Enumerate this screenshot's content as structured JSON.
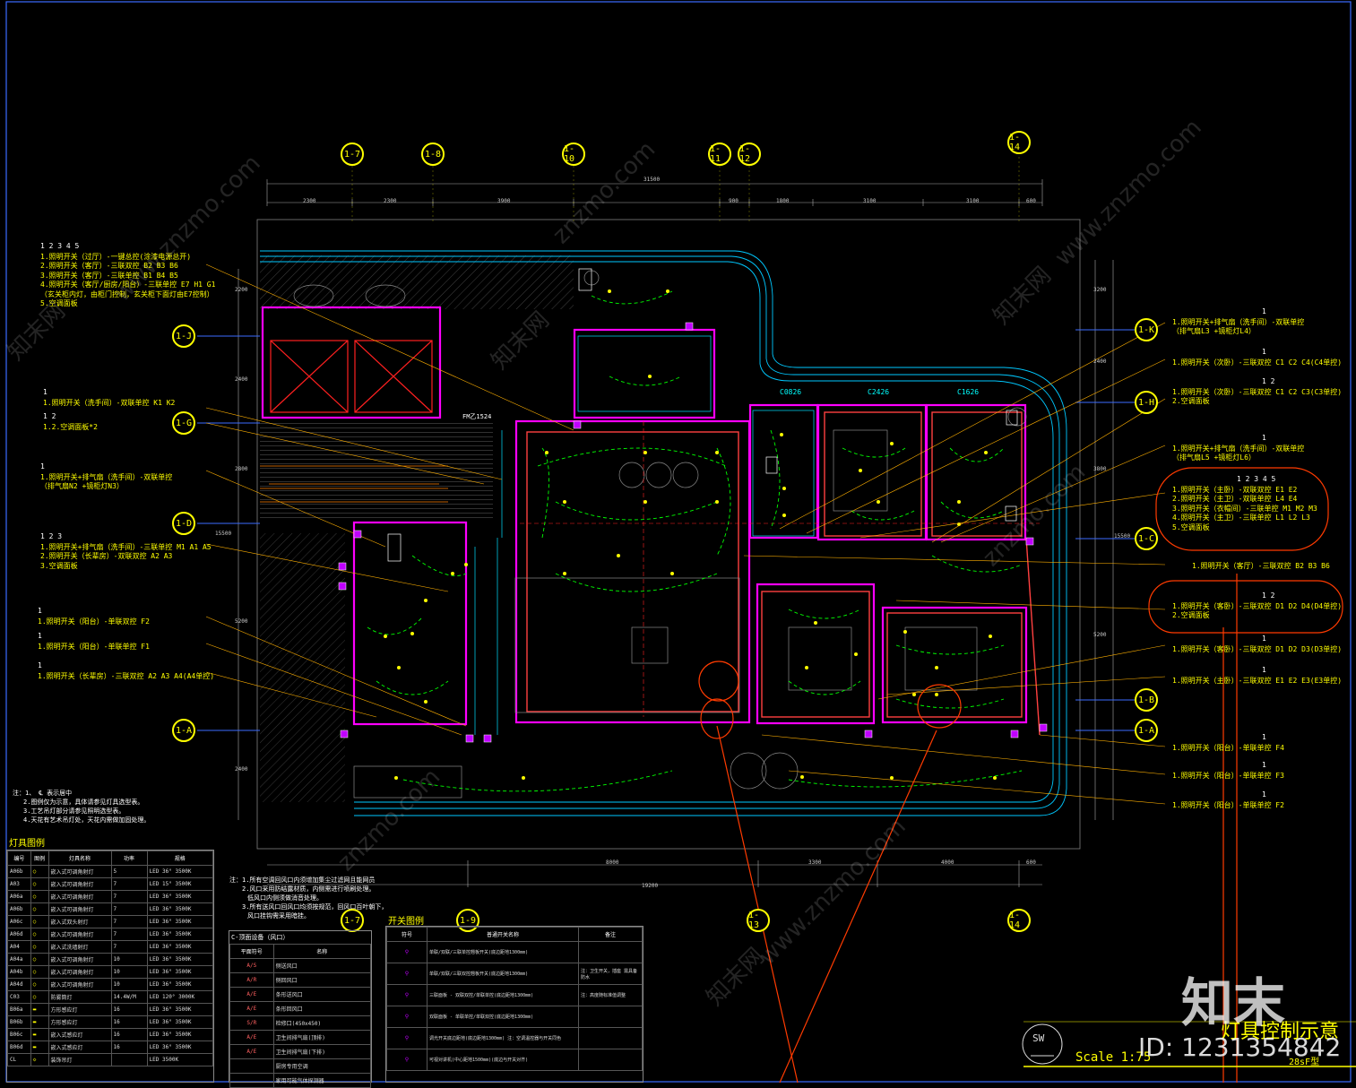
{
  "grid_labels": {
    "top": [
      "1-7",
      "1-8",
      "1-10",
      "1-11",
      "1-12",
      "1-14"
    ],
    "bottom": [
      "1-7",
      "1-9",
      "1-13",
      "1-14"
    ],
    "left": [
      "1-J",
      "1-G",
      "1-D",
      "1-A"
    ],
    "right": [
      "1-K",
      "1-H",
      "1-C",
      "1-B",
      "1-A"
    ]
  },
  "dimensions": {
    "top_total": "31500",
    "top_segments": [
      "2300",
      "2300",
      "3900",
      "900",
      "1800",
      "3100",
      "3100",
      "600"
    ],
    "bottom_total": "19200",
    "bottom_segments": [
      "8000",
      "3300",
      "4000",
      "600"
    ],
    "left": [
      "2200",
      "2400",
      "2800",
      "15500",
      "5200",
      "2400"
    ],
    "right": [
      "3200",
      "2400",
      "3800",
      "15500",
      "5200"
    ]
  },
  "rooms": {
    "windows": [
      "C0826",
      "C2426",
      "C1626"
    ],
    "door": "FM乙1524"
  },
  "notes_left": [
    {
      "switches": "1 2 3 4 5",
      "lines": [
        "1.照明开关（过厅）-一键总控(涂漆电源总开)",
        "2.照明开关（客厅）-三联双控 B2 B3 B6",
        "3.照明开关（客厅）-三联单控 B1 B4 B5",
        "4.照明开关（客厅/厨房/阳台）-三联单控 E7 H1 G1",
        "（玄关柜内灯，由柜门控制，玄关柜下面灯由E7控制）",
        "5.空调面板"
      ]
    },
    {
      "switches": "1",
      "lines": [
        "1.照明开关（洗手间）-双联单控 K1 K2"
      ]
    },
    {
      "switches": "1 2",
      "lines": [
        "1.2.空调面板*2"
      ]
    },
    {
      "switches": "1",
      "lines": [
        "1.照明开关+排气扇（洗手间）-双联单控",
        "（排气扇N2 +镜柜灯N3）"
      ]
    },
    {
      "switches": "1 2 3",
      "lines": [
        "1.照明开关+排气扇（洗手间）-三联单控 M1 A1 A5",
        "2.照明开关（长辈房）-双联双控 A2 A3",
        "3.空调面板"
      ]
    },
    {
      "switches": "1",
      "lines": [
        "1.照明开关（阳台）-单联双控 F2"
      ]
    },
    {
      "switches": "1",
      "lines": [
        "1.照明开关（阳台）-单联单控 F1"
      ]
    },
    {
      "switches": "1",
      "lines": [
        "1.照明开关（长辈房）-三联双控 A2 A3 A4(A4单控)"
      ]
    }
  ],
  "notes_right": [
    {
      "switches": "1",
      "lines": [
        "1.照明开关+排气扇（洗手间）-双联单控",
        "（排气扇L3 +镜柜灯L4）"
      ]
    },
    {
      "switches": "1",
      "lines": [
        "1.照明开关（次卧）-三联双控 C1 C2 C4(C4单控)"
      ]
    },
    {
      "switches": "1 2",
      "lines": [
        "1.照明开关（次卧）-三联双控 C1 C2 C3(C3单控)",
        "2.空调面板"
      ]
    },
    {
      "switches": "1",
      "lines": [
        "1.照明开关+排气扇（洗手间）-双联单控",
        "（排气扇L5 +镜柜灯L6）"
      ]
    },
    {
      "switches": "1 2 3 4 5",
      "lines": [
        "1.照明开关（主卧）-双联双控 E1 E2",
        "2.照明开关（主卫）-双联单控 L4 E4",
        "3.照明开关（衣帽间）-三联单控 M1 M2 M3",
        "4.照明开关（主卫）-三联单控 L1 L2 L3",
        "5.空调面板"
      ]
    },
    {
      "switches": "",
      "lines": [
        "1.照明开关（客厅）-三联双控 B2 B3 B6"
      ]
    },
    {
      "switches": "1 2",
      "lines": [
        "1.照明开关（客卧）-三联双控 D1 D2 D4(D4单控)",
        "2.空调面板"
      ]
    },
    {
      "switches": "1",
      "lines": [
        "1.照明开关（客卧）-三联双控 D1 D2 D3(D3单控)"
      ]
    },
    {
      "switches": "1",
      "lines": [
        "1.照明开关（主卧）-三联双控 E1 E2 E3(E3单控)"
      ]
    },
    {
      "switches": "1",
      "lines": [
        "1.照明开关（阳台）-单联单控 F4"
      ]
    },
    {
      "switches": "1",
      "lines": [
        "1.照明开关（阳台）-单联单控 F3"
      ]
    },
    {
      "switches": "1",
      "lines": [
        "1.照明开关（阳台）-单联单控 F2"
      ]
    }
  ],
  "general_notes": [
    "注：1、 ℄ 表示居中",
    "2.图例仅为示意，具体请参见灯具选型表。",
    "3.工艺吊灯部分请参见照明选型表。",
    "4.天花有艺术吊灯处，天花内需做加固处理。"
  ],
  "ac_notes": [
    "注：1.所有空调回风口内须增加集尘过滤网且能网员",
    "2.风口采用防结露材质，内侧需进行喷刷处理。",
    "低风口内侧须做消音处理。",
    "3.所有送风口回风口均须按规范，回风口百叶朝下，",
    "风口挂钩需采用暗挂。"
  ],
  "lamp_legend": {
    "title": "灯具图例",
    "headers": [
      "编号",
      "图例",
      "灯具名称",
      "功率",
      "规格"
    ],
    "rows": [
      [
        "A06b",
        "○",
        "嵌入式可调角射灯",
        "5",
        "LED 36° 3500K"
      ],
      [
        "A03",
        "○",
        "嵌入式可调角射灯",
        "7",
        "LED 15° 3500K"
      ],
      [
        "A06a",
        "○",
        "嵌入式可调角射灯",
        "7",
        "LED 36° 3500K"
      ],
      [
        "A06b",
        "○",
        "嵌入式可调角射灯",
        "7",
        "LED 36° 3500K"
      ],
      [
        "A06c",
        "○",
        "嵌入式双头射灯",
        "7",
        "LED 36° 3500K"
      ],
      [
        "A06d",
        "○",
        "嵌入式可调角射灯",
        "7",
        "LED 36° 3500K"
      ],
      [
        "A04",
        "○",
        "嵌入式洗墙射灯",
        "7",
        "LED 36° 3500K"
      ],
      [
        "A04a",
        "○",
        "嵌入式可调角射灯",
        "10",
        "LED 36° 3500K"
      ],
      [
        "A04b",
        "○",
        "嵌入式可调角射灯",
        "10",
        "LED 36° 3500K"
      ],
      [
        "A04d",
        "○",
        "嵌入式可调角射灯",
        "10",
        "LED 36° 3500K"
      ],
      [
        "C03",
        "○",
        "防雾筒灯",
        "14.4W/M",
        "LED 120° 3000K"
      ],
      [
        "B06a",
        "▬",
        "方形感应灯",
        "16",
        "LED 36° 3500K"
      ],
      [
        "B06b",
        "▬",
        "方形感应灯",
        "16",
        "LED 36° 3500K"
      ],
      [
        "B06c",
        "▬",
        "嵌入式感应灯",
        "16",
        "LED 36° 3500K"
      ],
      [
        "B06d",
        "▬",
        "嵌入式感应灯",
        "16",
        "LED 36° 3500K"
      ],
      [
        "CL",
        "◇",
        "装饰吊灯",
        "",
        "LED 3500K"
      ]
    ]
  },
  "vent_legend": {
    "title": "C-顶面设备（风口）",
    "headers": [
      "平面符号",
      "名称"
    ],
    "rows": [
      [
        "A/S",
        "侧送风口"
      ],
      [
        "A/R",
        "侧回风口"
      ],
      [
        "A/E",
        "条形送风口"
      ],
      [
        "A/E",
        "条形回风口"
      ],
      [
        "S/R",
        "检修口(450x450)"
      ],
      [
        "A/E",
        "卫生间排气扇(顶排)"
      ],
      [
        "A/E",
        "卫生间排气扇(下排)"
      ],
      [
        "",
        "厨房专用空调"
      ],
      [
        "",
        "家用可能气体探测器"
      ]
    ]
  },
  "switch_legend": {
    "title": "开关图例",
    "headers": [
      "符号",
      "普通开关名称",
      "备注"
    ],
    "rows": [
      [
        "单联/双联/三联单控翘板开关(底边距地1300mm)",
        ""
      ],
      [
        "单联/双联/三联双控翘板开关(底边距地1300mm)",
        "注：卫生开关，插座 需具备防水"
      ],
      [
        "三联面板 - 双联双控/单联单控(底边距地1300mm)",
        "注：高度随标准值调整"
      ],
      [
        "双联面板 - 单联单控/单联双控(底边距地1300mm)",
        ""
      ],
      [
        "调光开关底边距地(底边距地1300mm) 注：空调温控器与开关同色",
        ""
      ],
      [
        "可视对讲机(中心距地1500mm)(底边与开关对齐)",
        ""
      ]
    ]
  },
  "title": {
    "main": "灯具控制示意",
    "scale": "Scale 1:75",
    "sw": "SW",
    "id": "ID: 1231354842",
    "logo": "知末",
    "sub": "28sF型"
  },
  "watermarks": [
    "www.znzmo.com",
    "znzmo.com",
    "知末网"
  ],
  "colors": {
    "cyan": "#00ffff",
    "magenta": "#ff00ff",
    "yellow": "#ffff00",
    "green": "#00ff00",
    "red": "#ff3b00",
    "blue": "#3060ff"
  }
}
